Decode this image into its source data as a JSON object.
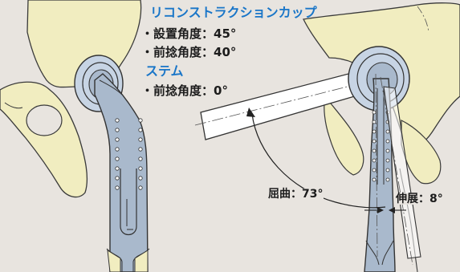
{
  "cup": {
    "heading": "リコンストラクションカップ",
    "items": [
      "・設置角度：45°",
      "・前捻角度：40°"
    ]
  },
  "stem": {
    "heading": "ステム",
    "items": [
      "・前捻角度：0°"
    ]
  },
  "angles": {
    "flexion": "屈曲：73°",
    "extension": "伸展：8°"
  },
  "colors": {
    "background": "#e8e4df",
    "bone": "#f1edc0",
    "implant": "#a9b9cc",
    "cup": "#c7d4e4",
    "heading": "#1a76c8"
  }
}
